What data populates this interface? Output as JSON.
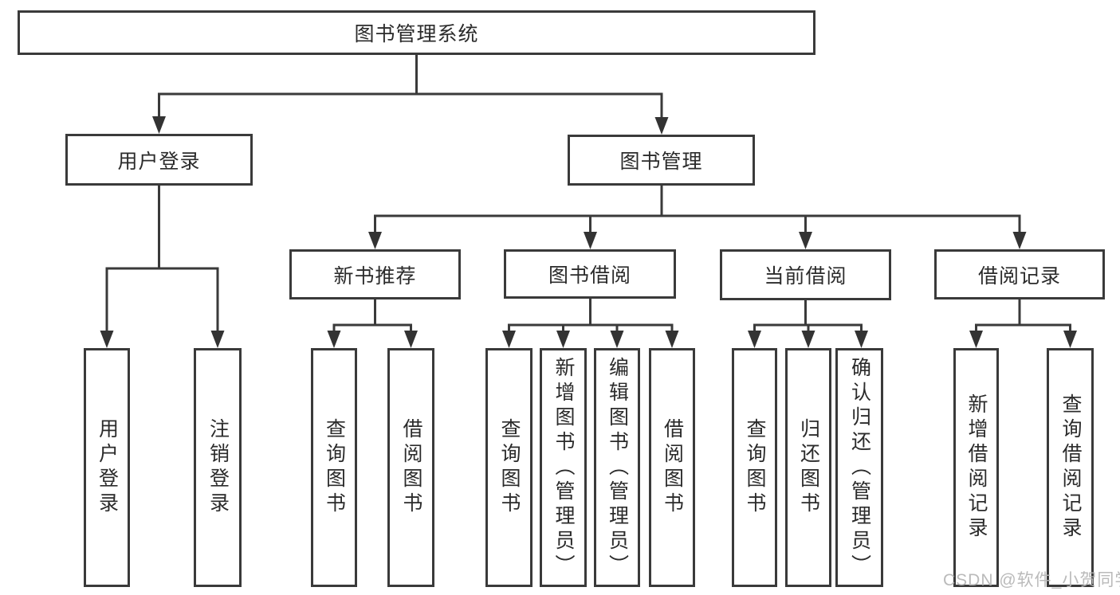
{
  "tree": {
    "root": {
      "label": "图书管理系统",
      "children": [
        {
          "label": "用户登录",
          "children": [
            {
              "label": "用户登录"
            },
            {
              "label": "注销登录"
            }
          ]
        },
        {
          "label": "图书管理",
          "children": [
            {
              "label": "新书推荐",
              "children": [
                {
                  "label": "查询图书"
                },
                {
                  "label": "借阅图书"
                }
              ]
            },
            {
              "label": "图书借阅",
              "children": [
                {
                  "label": "查询图书"
                },
                {
                  "label": "新增图书（管理员）"
                },
                {
                  "label": "编辑图书（管理员）"
                },
                {
                  "label": "借阅图书"
                }
              ]
            },
            {
              "label": "当前借阅",
              "children": [
                {
                  "label": "查询图书"
                },
                {
                  "label": "归还图书"
                },
                {
                  "label": "确认归还（管理员）"
                }
              ]
            },
            {
              "label": "借阅记录",
              "children": [
                {
                  "label": "新增借阅记录"
                },
                {
                  "label": "查询借阅记录"
                }
              ]
            }
          ]
        }
      ]
    }
  },
  "watermark": {
    "text": "CSDN @软件_小贺同学"
  },
  "colors": {
    "line": "#3a3a3a",
    "arrow": "#333333",
    "text": "#2b2b2b",
    "box_background": "#ffffff",
    "watermark": "#b6b6b6"
  }
}
